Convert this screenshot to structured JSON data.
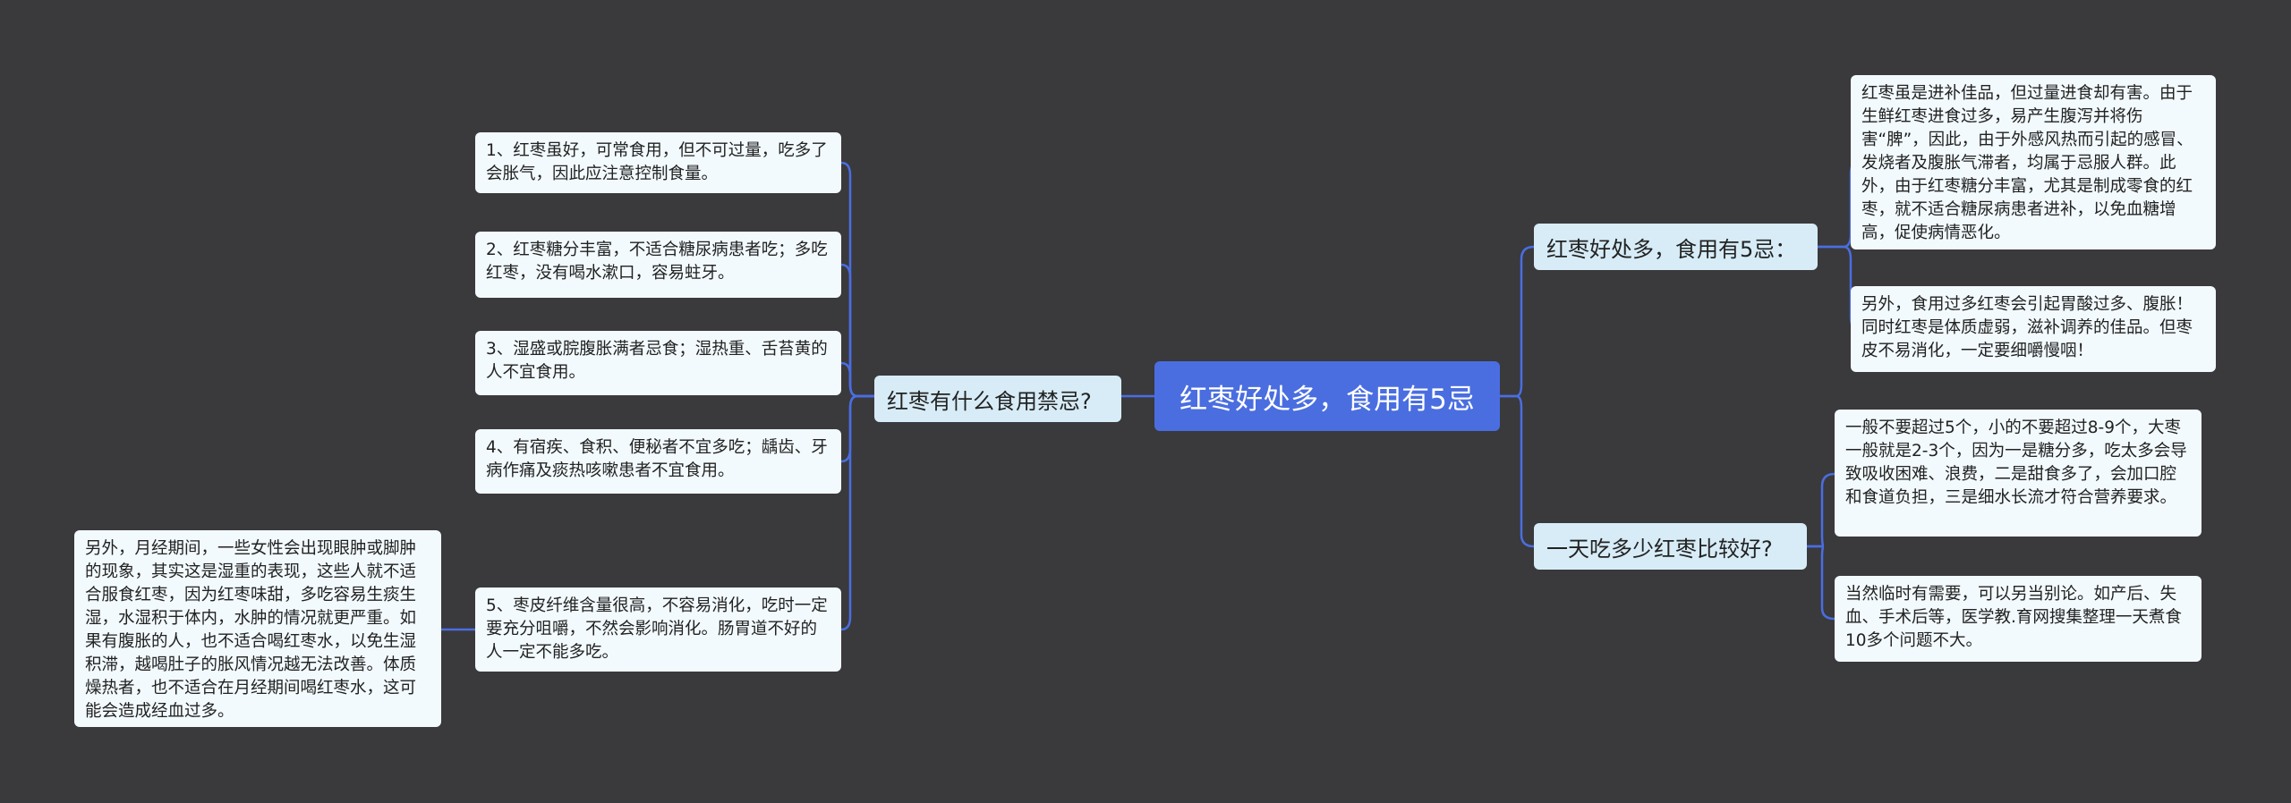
{
  "root": {
    "label": "红枣好处多，食用有5忌"
  },
  "left_branch": {
    "label": "红枣有什么食用禁忌?",
    "items": [
      "1、红枣虽好，可常食用，但不可过量，吃多了会胀气，因此应注意控制食量。",
      "2、红枣糖分丰富，不适合糖尿病患者吃；多吃红枣，没有喝水漱口，容易蛀牙。",
      "3、湿盛或脘腹胀满者忌食；湿热重、舌苔黄的人不宜食用。",
      "4、有宿疾、食积、便秘者不宜多吃；龋齿、牙病作痛及痰热咳嗽患者不宜食用。",
      "5、枣皮纤维含量很高，不容易消化，吃时一定要充分咀嚼，不然会影响消化。肠胃道不好的人一定不能多吃。"
    ],
    "sub_leaf": "另外，月经期间，一些女性会出现眼肿或脚肿的现象，其实这是湿重的表现，这些人就不适合服食红枣，因为红枣味甜，多吃容易生痰生湿，水湿积于体内，水肿的情况就更严重。如果有腹胀的人，也不适合喝红枣水，以免生湿积滞，越喝肚子的胀风情况越无法改善。体质燥热者，也不适合在月经期间喝红枣水，这可能会造成经血过多。"
  },
  "right_branches": [
    {
      "label": "红枣好处多，食用有5忌：",
      "items": [
        "红枣虽是进补佳品，但过量进食却有害。由于生鲜红枣进食过多，易产生腹泻并将伤害“脾”，因此，由于外感风热而引起的感冒、发烧者及腹胀气滞者，均属于忌服人群。此外，由于红枣糖分丰富，尤其是制成零食的红枣，就不适合糖尿病患者进补，以免血糖增高，促使病情恶化。",
        "另外，食用过多红枣会引起胃酸过多、腹胀！同时红枣是体质虚弱，滋补调养的佳品。但枣皮不易消化，一定要细嚼慢咽！"
      ]
    },
    {
      "label": "一天吃多少红枣比较好?",
      "items": [
        "一般不要超过5个，小的不要超过8-9个，大枣一般就是2-3个，因为一是糖分多，吃太多会导致吸收困难、浪费，二是甜食多了，会加口腔和食道负担，三是细水长流才符合营养要求。",
        "当然临时有需要，可以另当别论。如产后、失血、手术后等，医学教.育网搜集整理一天煮食10多个问题不大。"
      ]
    }
  ],
  "colors": {
    "background": "#3a393c",
    "root": "#4a6ee0",
    "branch": "#d7ecf7",
    "leaf": "#f2fafd",
    "link": "#4a6ee0"
  }
}
